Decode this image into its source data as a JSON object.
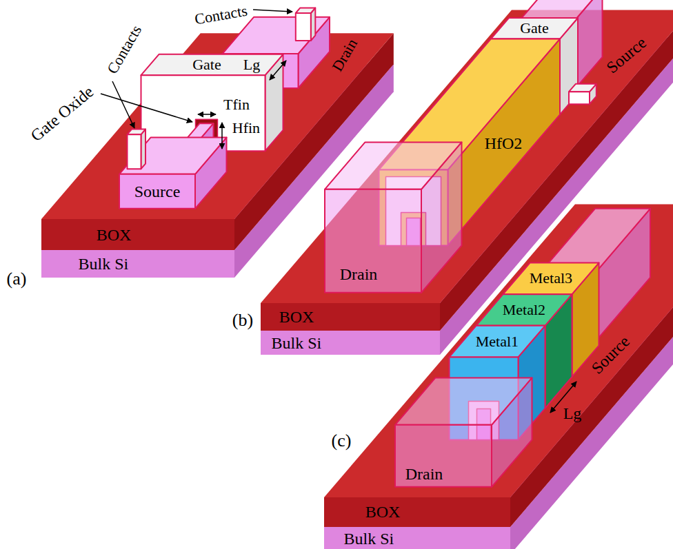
{
  "diagram": {
    "labels": [
      "Contacts",
      "Gate Oxide",
      "Contacts",
      "Gate",
      "Lg",
      "Drain",
      "Tfin",
      "Hfin",
      "Source",
      "BOX",
      "Bulk Si",
      "(a)",
      "Gate",
      "Source",
      "HfO2",
      "Drain",
      "(b)",
      "BOX",
      "Bulk Si",
      "Metal1",
      "Metal2",
      "Metal3",
      "Source",
      "Lg",
      "(c)",
      "Drain",
      "BOX",
      "Bulk Si"
    ]
  }
}
